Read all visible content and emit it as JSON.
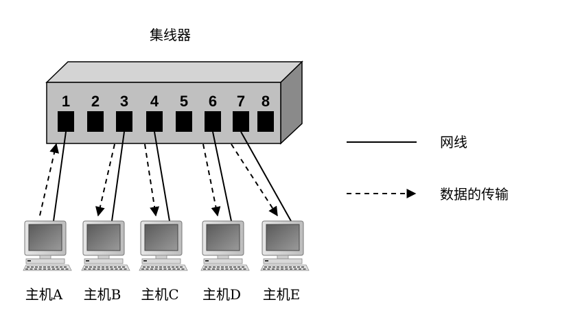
{
  "title": "集线器",
  "hub": {
    "ports": [
      "1",
      "2",
      "3",
      "4",
      "5",
      "6",
      "7",
      "8"
    ]
  },
  "hosts": [
    {
      "label": "主机A",
      "port": "1",
      "flow": "to-hub"
    },
    {
      "label": "主机B",
      "port": "3",
      "flow": "to-host"
    },
    {
      "label": "主机C",
      "port": "4",
      "flow": "to-host"
    },
    {
      "label": "主机D",
      "port": "6",
      "flow": "to-host"
    },
    {
      "label": "主机E",
      "port": "7",
      "flow": "to-host"
    }
  ],
  "legend": {
    "cable_label": "网线",
    "transfer_label": "数据的传输"
  },
  "colors": {
    "hub_front": "#c0c0c0",
    "hub_top": "#d4d4d4",
    "hub_side": "#8a8a8a",
    "port": "#000000",
    "line": "#000000"
  }
}
